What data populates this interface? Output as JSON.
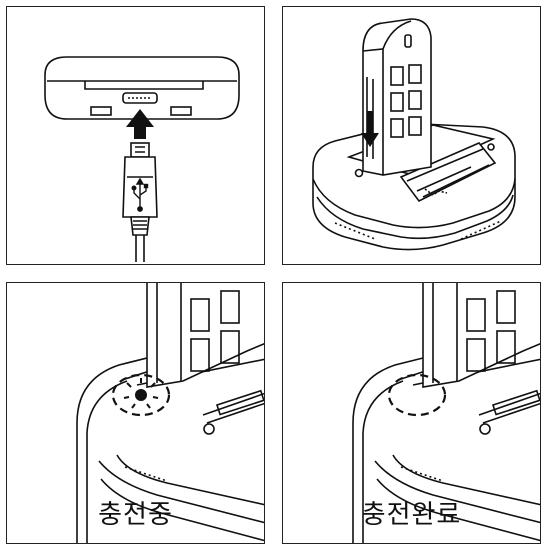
{
  "panels": [
    {
      "id": "connect-usb",
      "caption": ""
    },
    {
      "id": "insert-battery",
      "caption": ""
    },
    {
      "id": "charging",
      "caption": "충전중"
    },
    {
      "id": "charge-complete",
      "caption": "충전완료"
    }
  ],
  "icons": [
    "usb-symbol-icon",
    "down-arrow-icon",
    "up-arrow-icon",
    "led-lit-icon",
    "led-off-icon"
  ]
}
